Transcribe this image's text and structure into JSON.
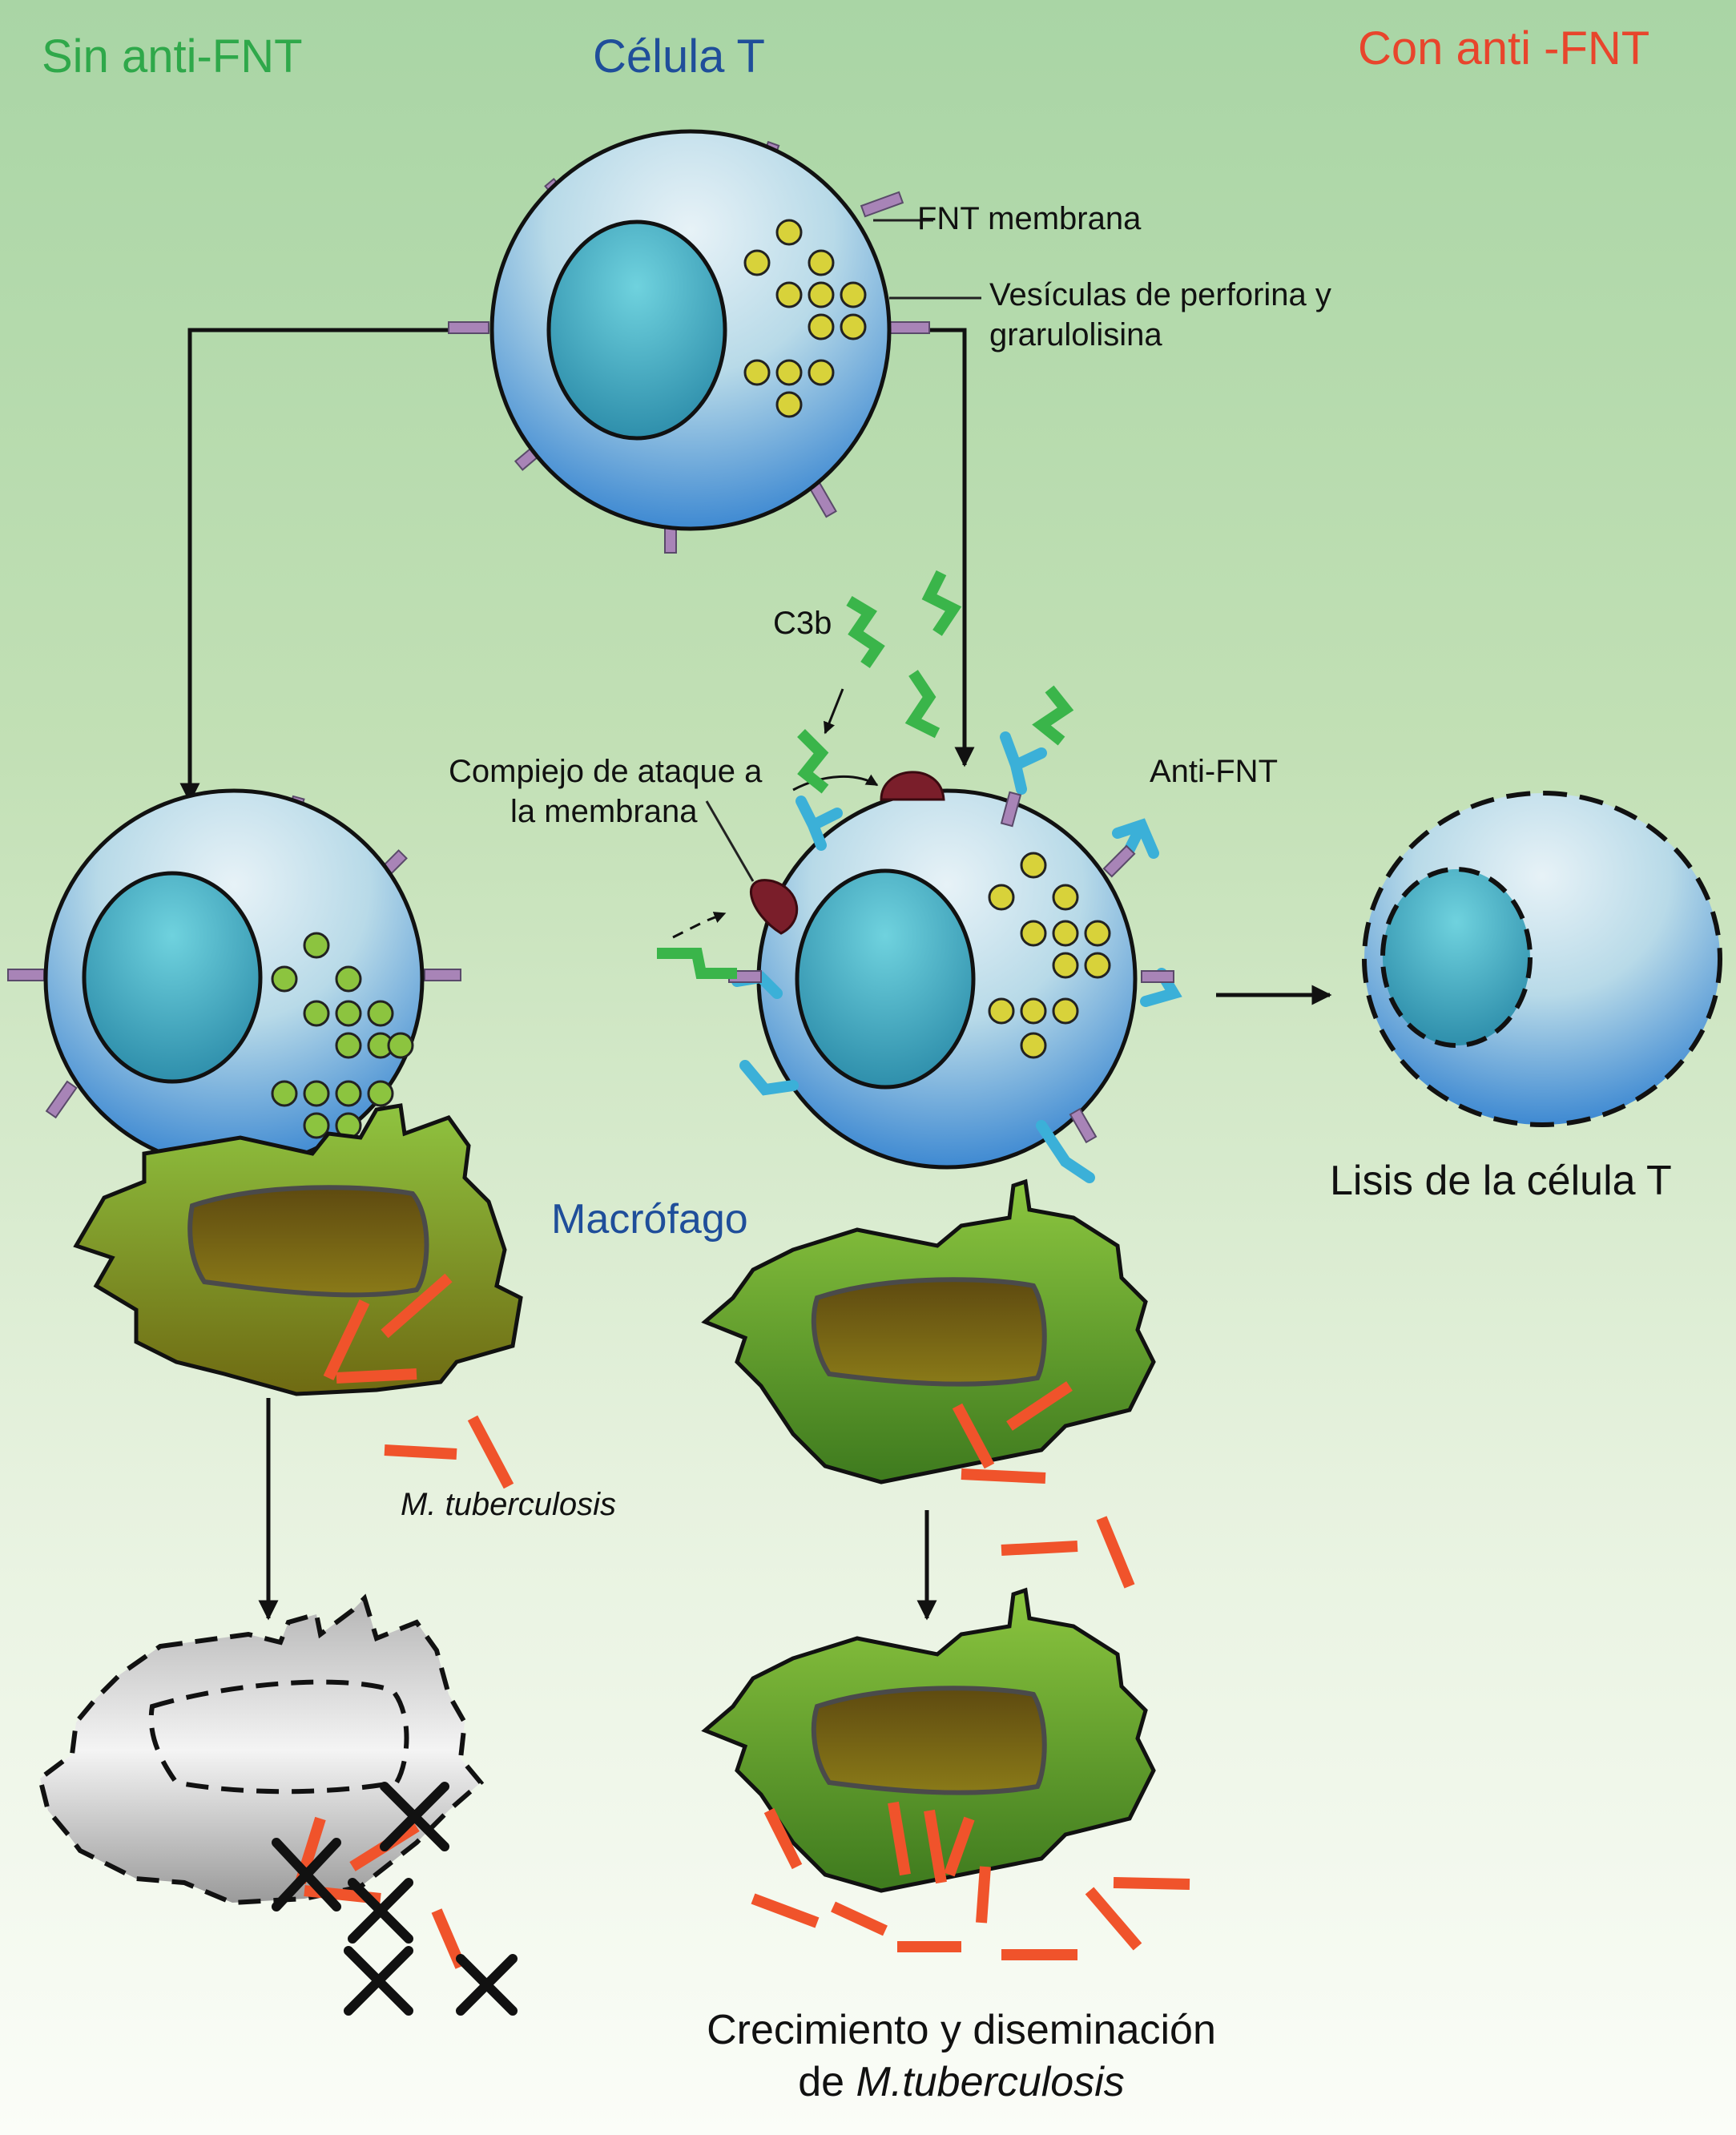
{
  "headers": {
    "left": "Sin anti-FNT",
    "center": "Célula T",
    "right": "Con anti -FNT"
  },
  "labels": {
    "fnt_membrana": "FNT membrana",
    "vesiculas_line1": "Vesículas de perforina y",
    "vesiculas_line2": "grarulolisina",
    "c3b": "C3b",
    "complejo_line1": "Compiejo de ataque a",
    "complejo_line2": "la membrana",
    "anti_fnt": "Anti-FNT",
    "macrofago": "Macrófago",
    "m_tuberculosis": "M. tuberculosis",
    "lisis": "Lisis de la célula T",
    "crecimiento_line1": "Crecimiento y diseminación",
    "crecimiento_prefix": "de ",
    "crecimiento_italic": "M.tuberculosis"
  },
  "colors": {
    "header_left": "#2fa84a",
    "header_center": "#1f4e9a",
    "header_right": "#e8452c",
    "macrofago": "#1f4e9a",
    "bacteria": "#f0532b",
    "vesicle": "#d8d23a",
    "vesicle_active": "#8cc43f",
    "receptor": "#a884b7",
    "c3b": "#3ab54a",
    "antibody": "#3bb0d8",
    "mac_complex": "#7a1e2a",
    "macrophage_green": "#8fc440",
    "macrophage_brown": "#7a6a14"
  },
  "icons": [
    "t-cell-icon",
    "macrophage-icon",
    "bacteria-icon",
    "antibody-icon",
    "c3b-icon",
    "membrane-attack-complex-icon",
    "dead-cell-icon"
  ]
}
